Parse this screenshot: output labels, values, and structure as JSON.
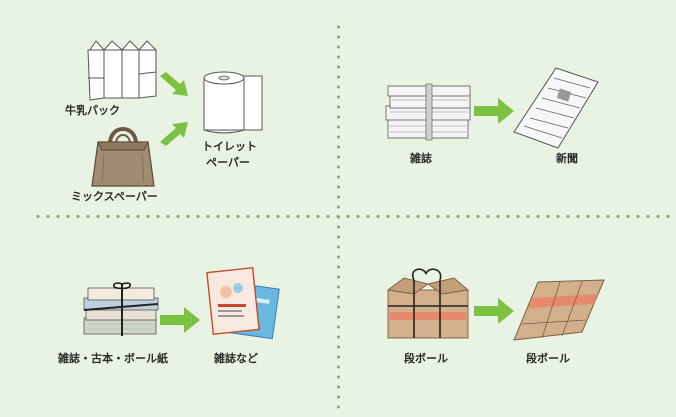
{
  "panels": {
    "milk_carton": {
      "inputs": [
        "牛乳パック",
        "ミックスペーパー"
      ],
      "output_line1": "トイレット",
      "output_line2": "ペーパー"
    },
    "magazine_news": {
      "input": "雑誌",
      "output": "新聞"
    },
    "mixed_paper": {
      "input": "雑誌・古本・ボール紙",
      "output": "雑誌など"
    },
    "cardboard": {
      "input": "段ボール",
      "output": "段ボール"
    }
  },
  "colors": {
    "background": "#e9f3e3",
    "arrow": "#7cc142",
    "divider": "#86a86a"
  }
}
